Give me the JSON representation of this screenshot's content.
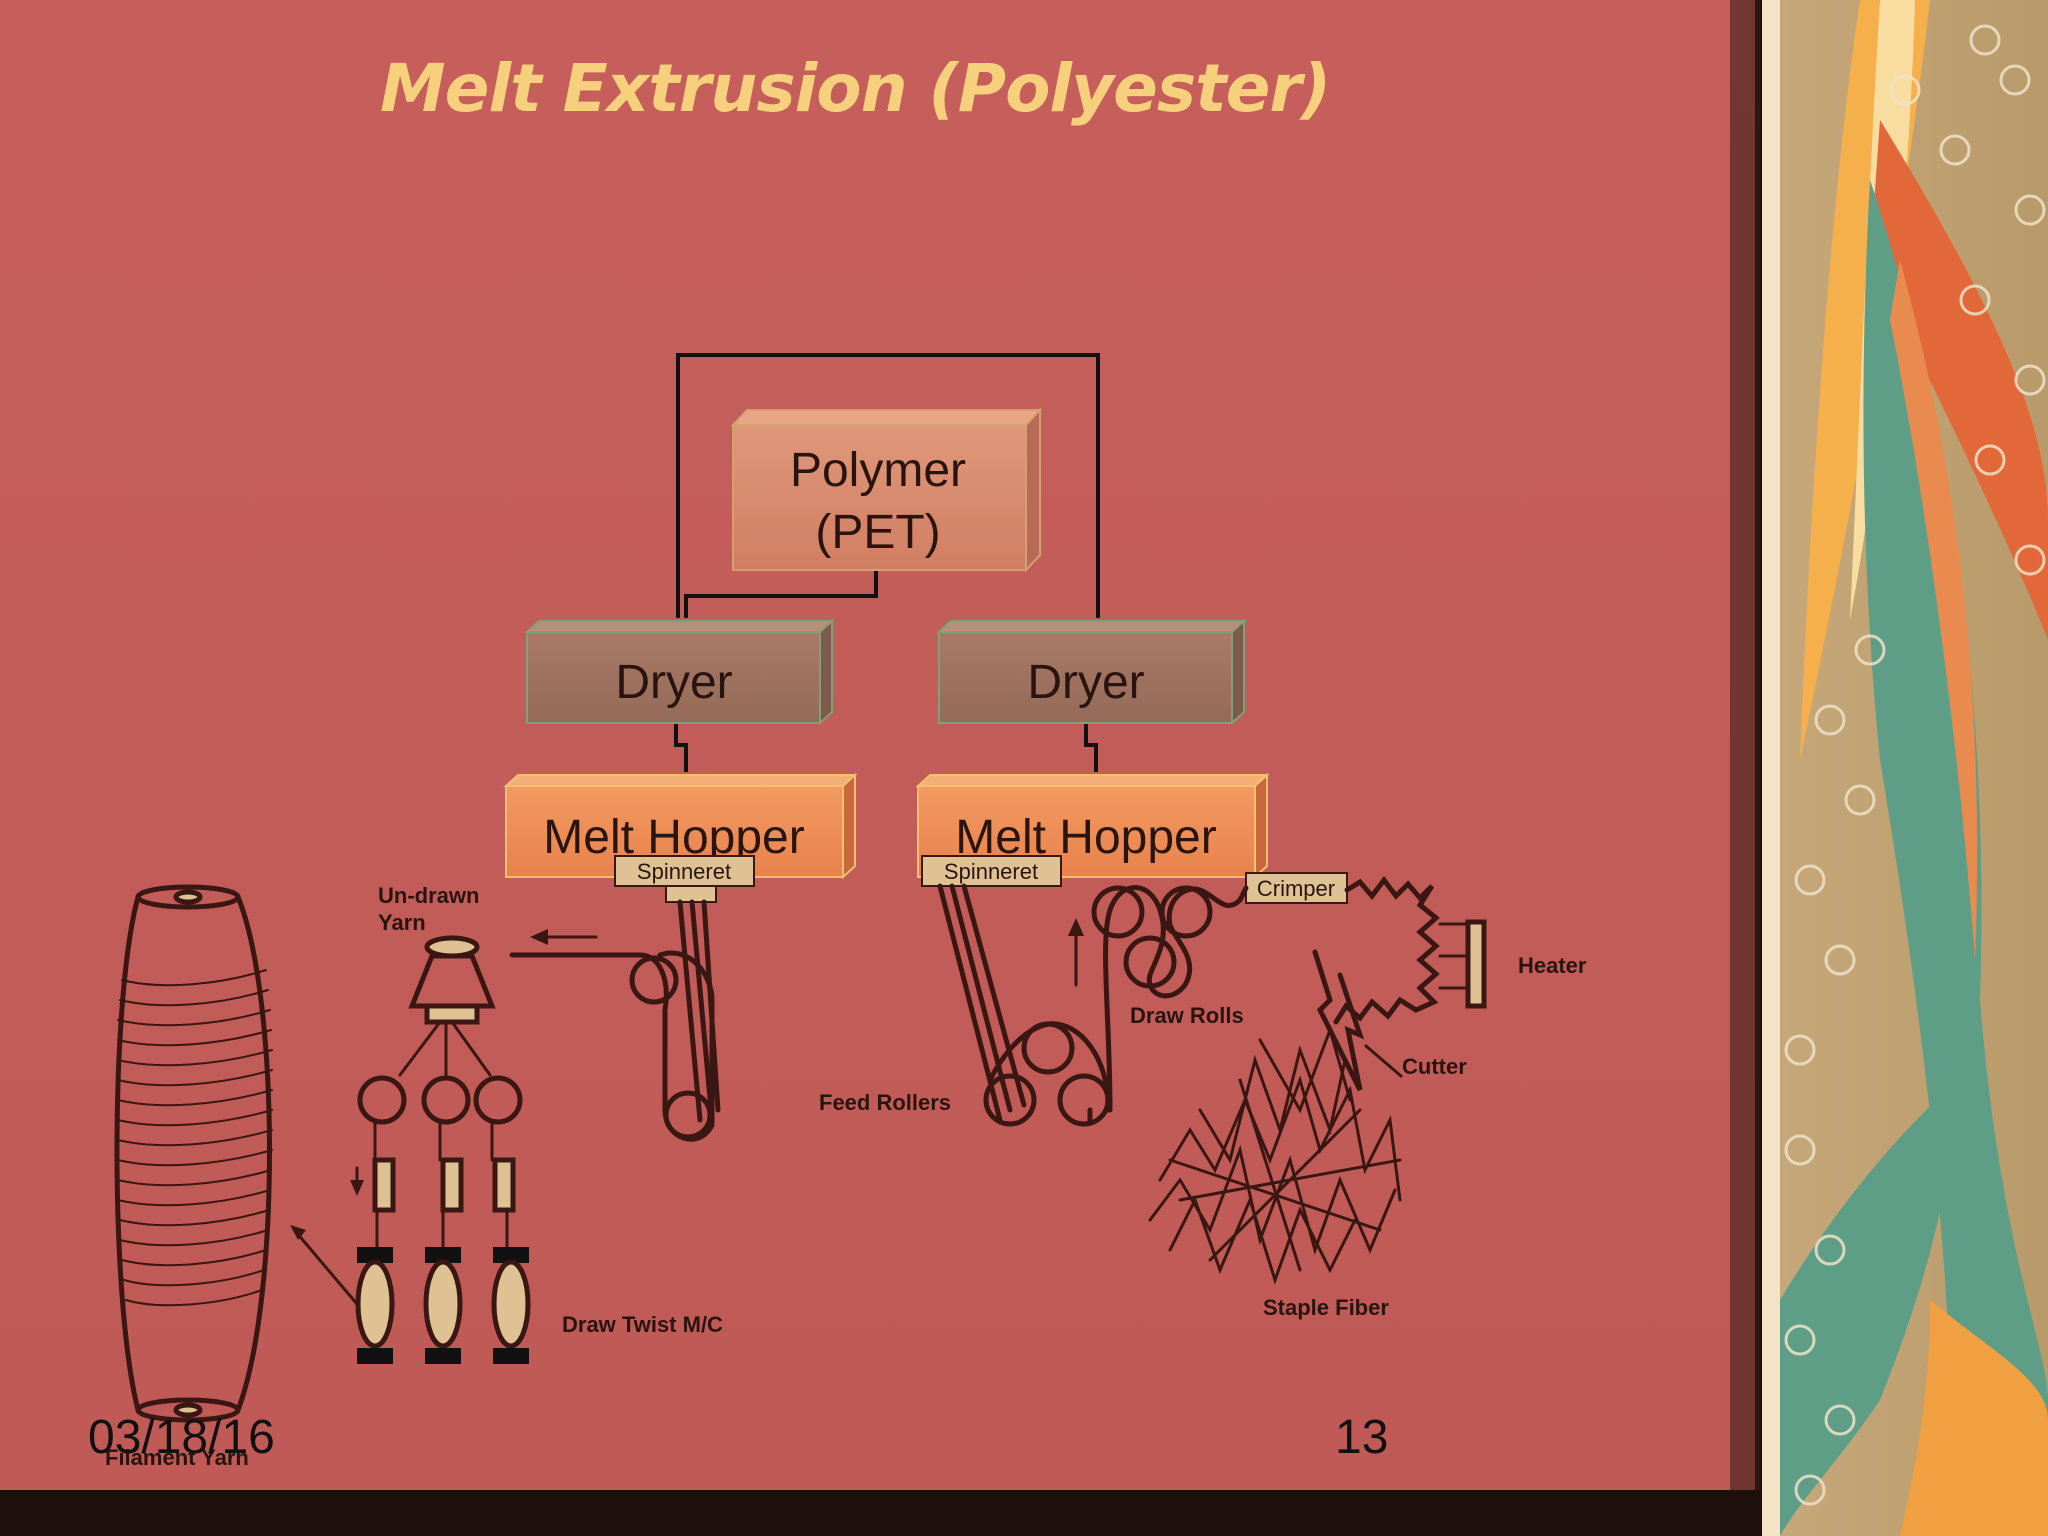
{
  "slide": {
    "title": "Melt Extrusion (Polyester)",
    "date": "03/18/16",
    "page_number": "13"
  },
  "diagram": {
    "polymer_line1": "Polymer",
    "polymer_line2": "(PET)",
    "dryer_left": "Dryer",
    "dryer_right": "Dryer",
    "hopper_left": "Melt Hopper",
    "hopper_right": "Melt Hopper",
    "spinneret_left": "Spinneret",
    "spinneret_right": "Spinneret",
    "crimper": "Crimper",
    "undrawn_line1": "Un-drawn",
    "undrawn_line2": "Yarn",
    "heater": "Heater",
    "draw_rolls": "Draw Rolls",
    "cutter": "Cutter",
    "feed_rollers": "Feed Rollers",
    "staple_fiber": "Staple Fiber",
    "draw_twist": "Draw Twist M/C",
    "filament_yarn": "Filament Yarn"
  },
  "colors": {
    "slide_bg": "#c25e5a",
    "title": "#f7d07e",
    "box_polymer": "#d98a6a",
    "box_dryer": "#9e7260",
    "box_hopper": "#f08f55",
    "label_tan": "#dfc294",
    "ink": "#3a1712"
  }
}
